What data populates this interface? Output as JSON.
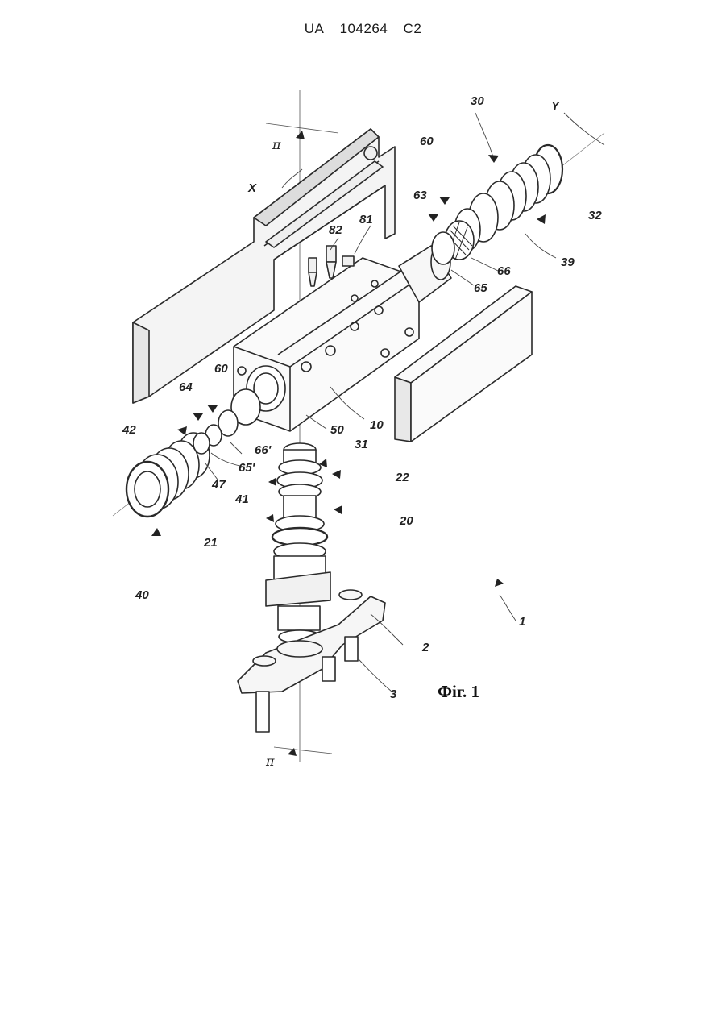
{
  "header": {
    "office": "UA",
    "number": "104264",
    "kind": "C2"
  },
  "figure": {
    "caption": "Фіг. 1"
  },
  "axes": {
    "x": "X",
    "y": "Y",
    "plane_top": "π",
    "plane_bottom": "π"
  },
  "labels": {
    "l1": "1",
    "l2": "2",
    "l3": "3",
    "l10": "10",
    "l20": "20",
    "l21": "21",
    "l22": "22",
    "l30": "30",
    "l31": "31",
    "l32": "32",
    "l39": "39",
    "l40": "40",
    "l41": "41",
    "l42": "42",
    "l47": "47",
    "l50": "50",
    "l60a": "60",
    "l60b": "60",
    "l63": "63",
    "l64": "64",
    "l65": "65",
    "l65p": "65'",
    "l66": "66",
    "l66p": "66'",
    "l81": "81",
    "l82": "82"
  }
}
